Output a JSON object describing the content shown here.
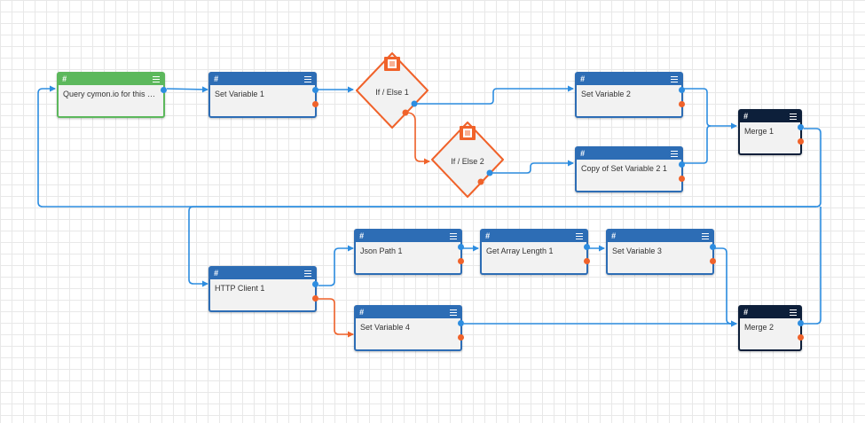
{
  "nodes": {
    "query": {
      "label": "Query cymon.io for this in…",
      "hash": "#"
    },
    "set_variable_1": {
      "label": "Set Variable 1",
      "hash": "#"
    },
    "if_else_1": {
      "label": "If / Else 1"
    },
    "if_else_2": {
      "label": "If / Else 2"
    },
    "set_variable_2": {
      "label": "Set Variable 2",
      "hash": "#"
    },
    "copy_set_variable_2_1": {
      "label": "Copy of Set Variable 2 1",
      "hash": "#"
    },
    "merge_1": {
      "label": "Merge 1",
      "hash": "#"
    },
    "http_client_1": {
      "label": "HTTP Client 1",
      "hash": "#"
    },
    "json_path_1": {
      "label": "Json Path 1",
      "hash": "#"
    },
    "get_array_length_1": {
      "label": "Get Array Length 1",
      "hash": "#"
    },
    "set_variable_3": {
      "label": "Set Variable 3",
      "hash": "#"
    },
    "set_variable_4": {
      "label": "Set Variable 4",
      "hash": "#"
    },
    "merge_2": {
      "label": "Merge 2",
      "hash": "#"
    }
  },
  "colors": {
    "standard_node": "#2d6db5",
    "trigger_node": "#5cb85c",
    "merge_node": "#0d1f3a",
    "condition_node": "#f0622a",
    "success_wire": "#2d8de0",
    "error_wire": "#f0622a"
  },
  "icons": {
    "node_menu": "hamburger-icon",
    "condition": "document-icon"
  }
}
